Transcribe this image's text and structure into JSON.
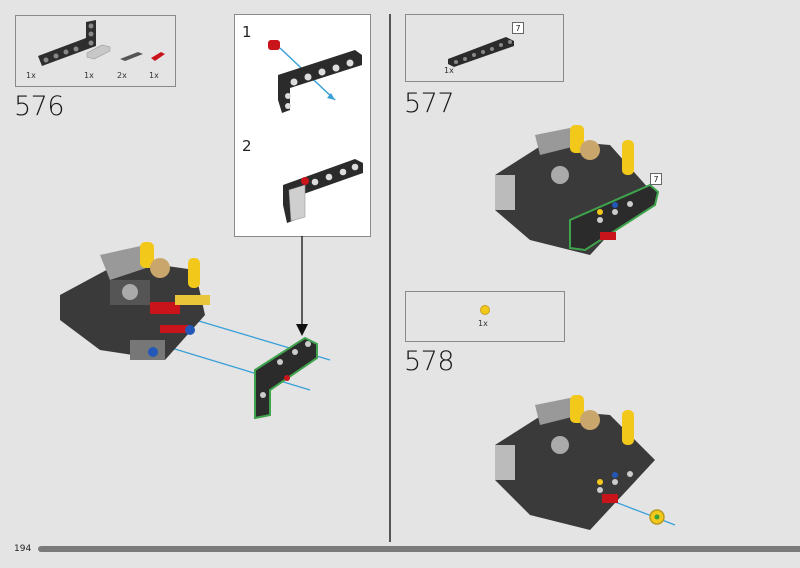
{
  "page": {
    "number": "194",
    "progress_percent": 97
  },
  "steps": [
    {
      "number": "576",
      "parts": [
        {
          "name": "black-l-beam",
          "qty": "1x"
        },
        {
          "name": "light-grey-connector",
          "qty": "1x"
        },
        {
          "name": "dark-grey-pin",
          "qty": "2x"
        },
        {
          "name": "red-pin",
          "qty": "1x"
        }
      ],
      "substeps": [
        {
          "number": "1"
        },
        {
          "number": "2"
        }
      ]
    },
    {
      "number": "577",
      "parts": [
        {
          "name": "black-beam-7",
          "qty": "1x",
          "length": "7"
        }
      ],
      "callout_length": "7"
    },
    {
      "number": "578",
      "parts": [
        {
          "name": "yellow-bush",
          "qty": "1x"
        }
      ]
    }
  ],
  "colors": {
    "background": "#e4e4e4",
    "arrow": "#3aa0d8",
    "highlight": "#3fa34d"
  }
}
